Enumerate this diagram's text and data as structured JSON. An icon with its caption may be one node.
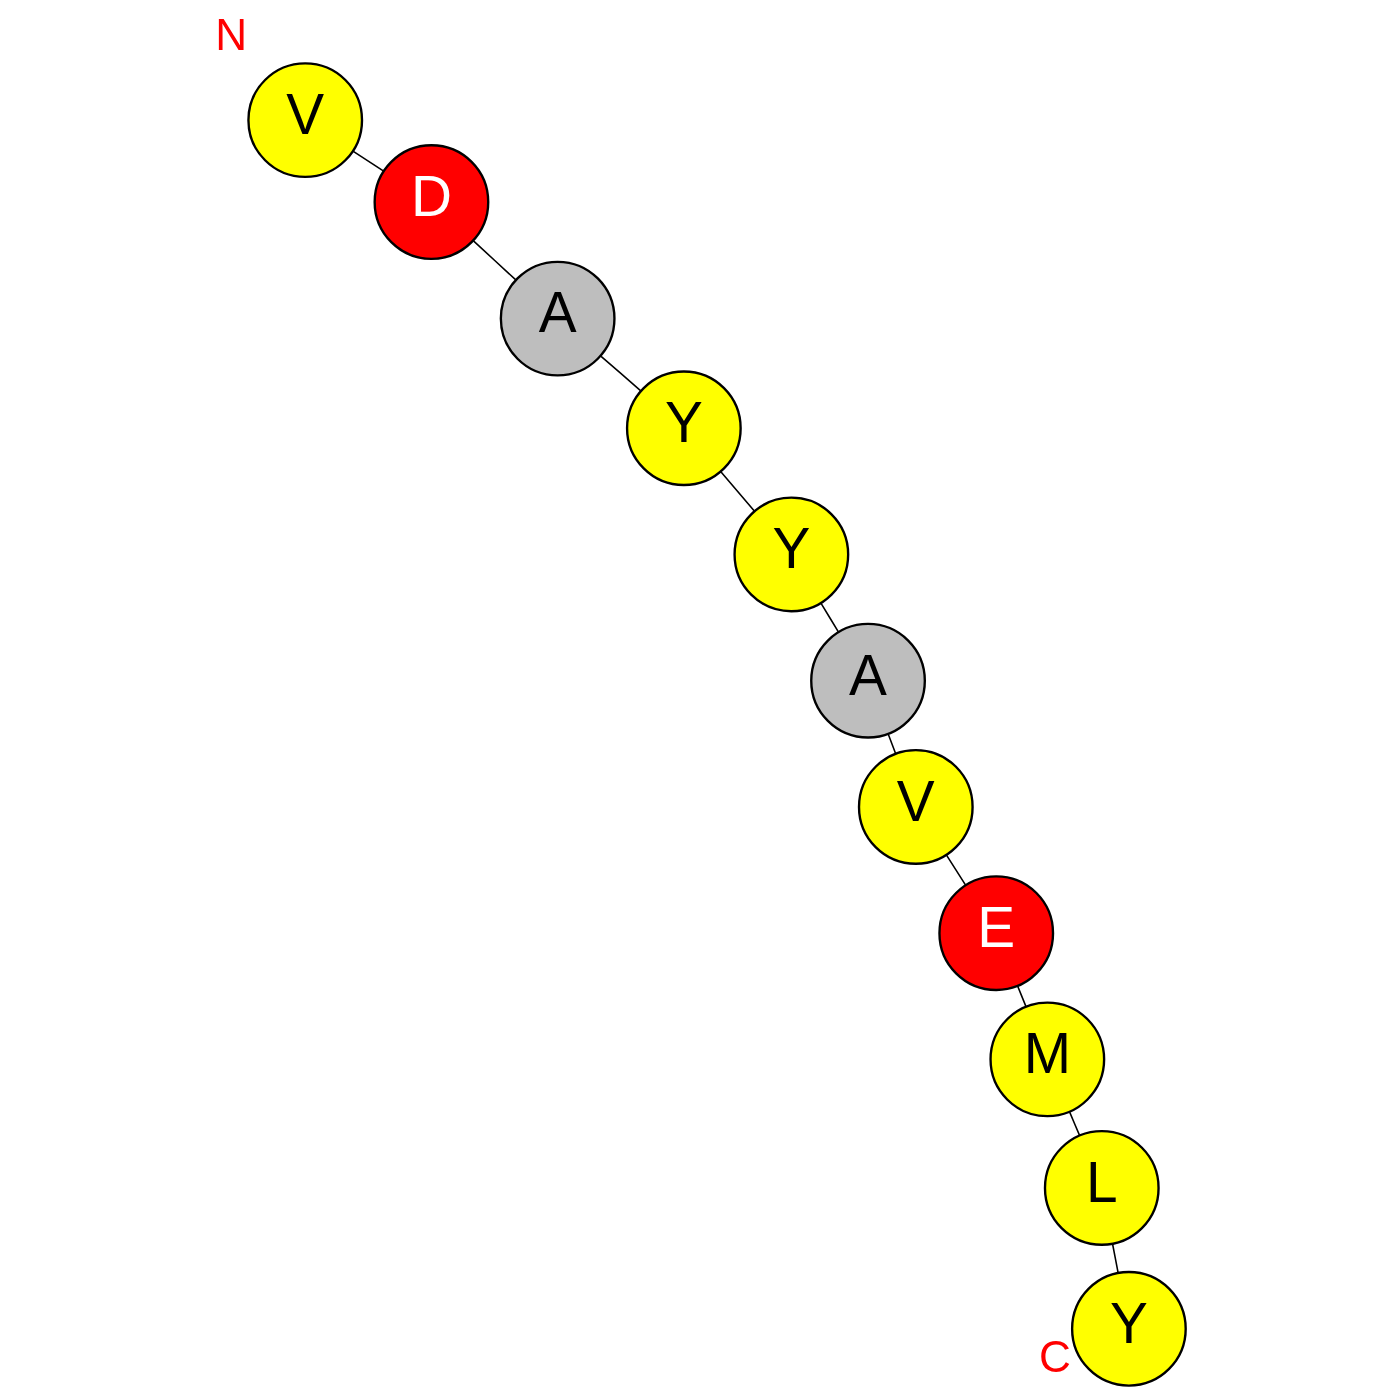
{
  "diagram": {
    "nodes": [
      {
        "text": [
          "V"
        ],
        "beside": [
          "N"
        ]
      },
      {
        "text": [
          "D"
        ]
      },
      {
        "text": [
          "A"
        ]
      },
      {
        "text": [
          "Y"
        ]
      },
      {
        "text": [
          "Y"
        ]
      },
      {
        "text": [
          "A"
        ]
      },
      {
        "text": [
          "V"
        ]
      },
      {
        "text": [
          "E"
        ]
      },
      {
        "text": [
          "M"
        ]
      },
      {
        "text": [
          "L"
        ]
      },
      {
        "text": [
          "Y"
        ],
        "beside": [
          "C"
        ]
      }
    ],
    "edges": [
      {
        "from": 0,
        "to": 1,
        "arrow": "none"
      },
      {
        "from": 1,
        "to": 2,
        "arrow": "none"
      },
      {
        "from": 2,
        "to": 3,
        "arrow": "none"
      },
      {
        "from": 3,
        "to": 4,
        "arrow": "none"
      },
      {
        "from": 4,
        "to": 5,
        "arrow": "none"
      },
      {
        "from": 5,
        "to": 6,
        "arrow": "none"
      },
      {
        "from": 6,
        "to": 7,
        "arrow": "none"
      },
      {
        "from": 7,
        "to": 8,
        "arrow": "none"
      },
      {
        "from": 8,
        "to": 9,
        "arrow": "none"
      },
      {
        "from": 9,
        "to": 10,
        "arrow": "none"
      }
    ]
  }
}
